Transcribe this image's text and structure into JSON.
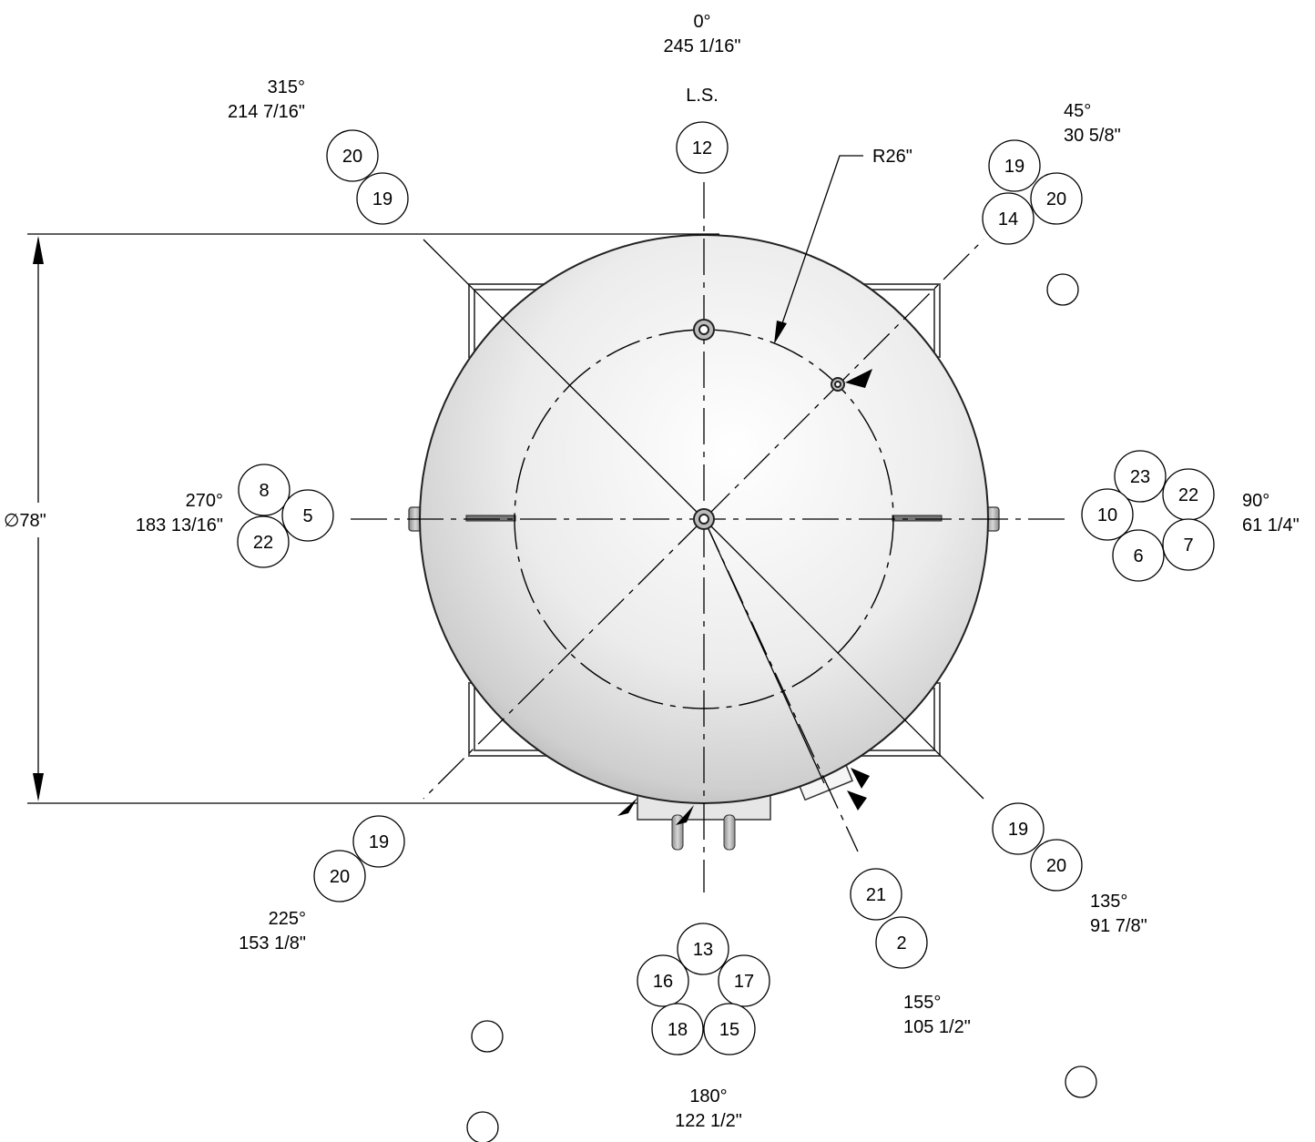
{
  "dimensions": {
    "diameter": "∅78\"",
    "radius": "R26\""
  },
  "reference": "L.S.",
  "orientations": [
    {
      "angle": "0°",
      "distance": "245 1/16\""
    },
    {
      "angle": "45°",
      "distance": "30 5/8\""
    },
    {
      "angle": "90°",
      "distance": "61 1/4\""
    },
    {
      "angle": "135°",
      "distance": "91 7/8\""
    },
    {
      "angle": "155°",
      "distance": "105 1/2\""
    },
    {
      "angle": "180°",
      "distance": "122 1/2\""
    },
    {
      "angle": "225°",
      "distance": "153 1/8\""
    },
    {
      "angle": "270°",
      "distance": "183 13/16\""
    },
    {
      "angle": "315°",
      "distance": "214 7/16\""
    }
  ],
  "balloons": [
    {
      "group": "0",
      "items": [
        "12"
      ]
    },
    {
      "group": "45",
      "items": [
        "19",
        "20",
        "14"
      ]
    },
    {
      "group": "90",
      "items": [
        "23",
        "22",
        "10",
        "7",
        "6"
      ]
    },
    {
      "group": "135",
      "items": [
        "19",
        "20"
      ]
    },
    {
      "group": "155",
      "items": [
        "21",
        "2"
      ]
    },
    {
      "group": "180",
      "items": [
        "13",
        "16",
        "17",
        "18",
        "15"
      ]
    },
    {
      "group": "225",
      "items": [
        "19",
        "20"
      ]
    },
    {
      "group": "270",
      "items": [
        "8",
        "5",
        "22"
      ]
    },
    {
      "group": "315",
      "items": [
        "20",
        "19"
      ]
    },
    {
      "group": "empty",
      "items": [
        "",
        "",
        "",
        ""
      ]
    }
  ]
}
